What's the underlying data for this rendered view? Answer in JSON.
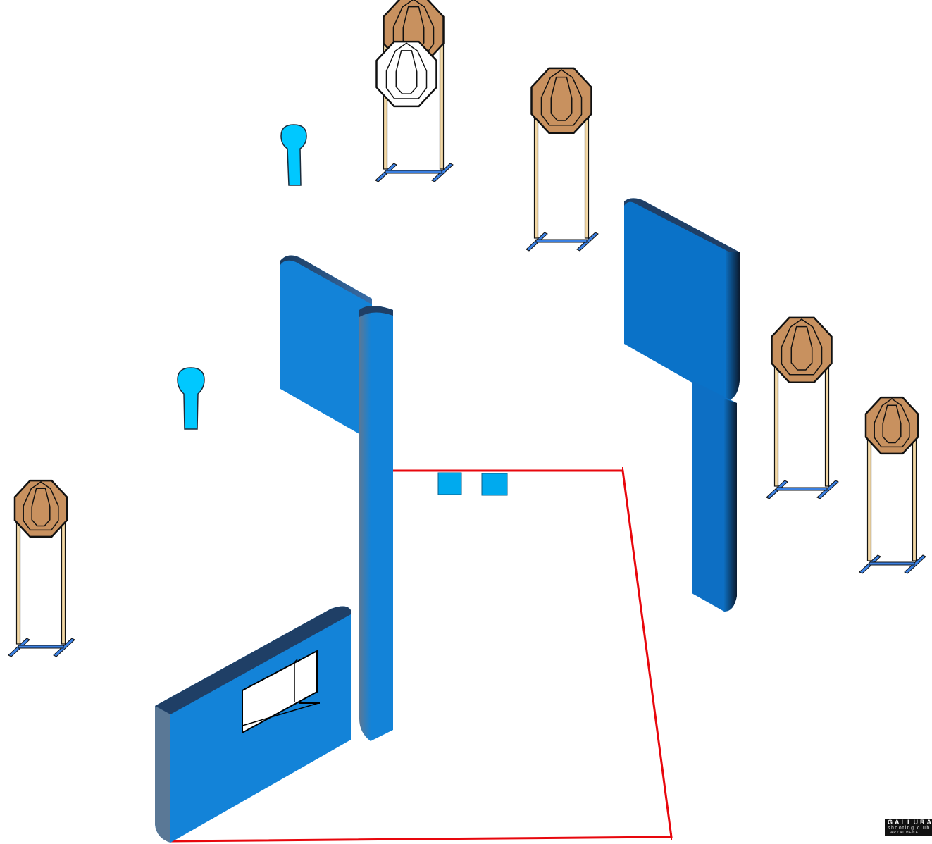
{
  "diagram": {
    "colors": {
      "wall": "#1383d8",
      "wall_dark": "#1f3f66",
      "target_paper": "#c8915f",
      "no_shoot": "#ffffff",
      "popper": "#00c8ff",
      "stand_base": "#3a7fe0",
      "fault_line": "#e8070d",
      "start_box": "#00aaee"
    },
    "icons": [
      "paper-target-icon",
      "no-shoot-target-icon",
      "popper-target-icon",
      "wall-icon",
      "window-port-icon",
      "shooting-box-icon",
      "start-position-icon"
    ]
  },
  "logo": {
    "title": "GALLURA",
    "subtitle": "shooting club",
    "city": "ARZACHENA"
  }
}
